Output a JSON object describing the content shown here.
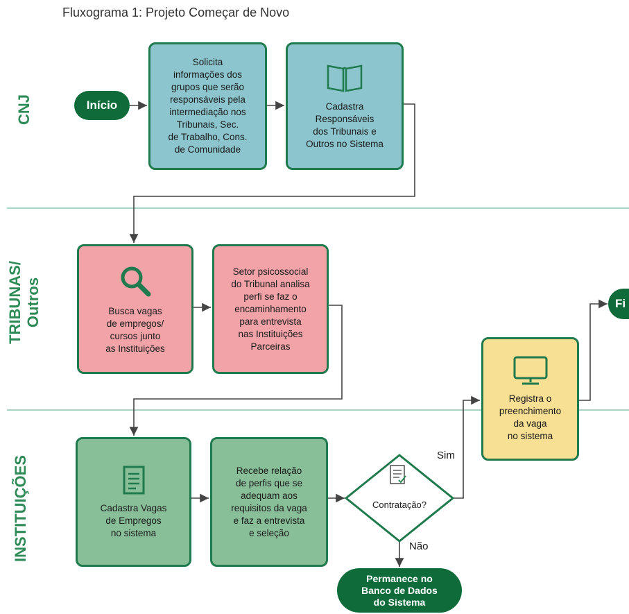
{
  "title": "Fluxograma 1: Projeto Começar de Novo",
  "lanes": {
    "cnj": "CNJ",
    "tribunas": "TRIBUNAS/\nOutros",
    "instituicoes": "INSTITUIÇÕES"
  },
  "nodes": {
    "inicio": "Início",
    "solicita": "Solicita\ninformações dos\ngrupos que serão\nresponsáveis pela\nintermediação nos\nTribunais, Sec.\nde Trabalho, Cons.\nde Comunidade",
    "cadastra_resp": "Cadastra\nResponsáveis\ndos Tribunais e\nOutros no Sistema",
    "busca": "Busca vagas\nde empregos/\ncursos junto\nas Instituições",
    "setor": "Setor psicossocial\ndo Tribunal analisa\nperfi se faz o\nencaminhamento\npara entrevista\nnas Instituições\nParceiras",
    "cadastra_vagas": "Cadastra Vagas\nde Empregos\nno sistema",
    "recebe": "Recebe relação\nde perfis que se\nadequam aos\nrequisitos da vaga\ne faz a entrevista\ne seleção",
    "contratacao": "Contratação?",
    "registra": "Registra o\npreenchimento\nda vaga\nno sistema",
    "fim": "Fi",
    "permanece": "Permanece no\nBanco de Dados\ndo Sistema"
  },
  "edges": {
    "sim": "Sim",
    "nao": "Não"
  },
  "colors": {
    "dark_green": "#0f6b3a",
    "border": "#1f7a4d",
    "blue": "#8cc5cd",
    "pink": "#f2a3a8",
    "green": "#88bf98",
    "yellow": "#f7df93",
    "lane_text": "#2e8b57"
  },
  "icons": [
    "book-icon",
    "magnifier-icon",
    "document-icon",
    "monitor-icon",
    "checklist-icon"
  ]
}
